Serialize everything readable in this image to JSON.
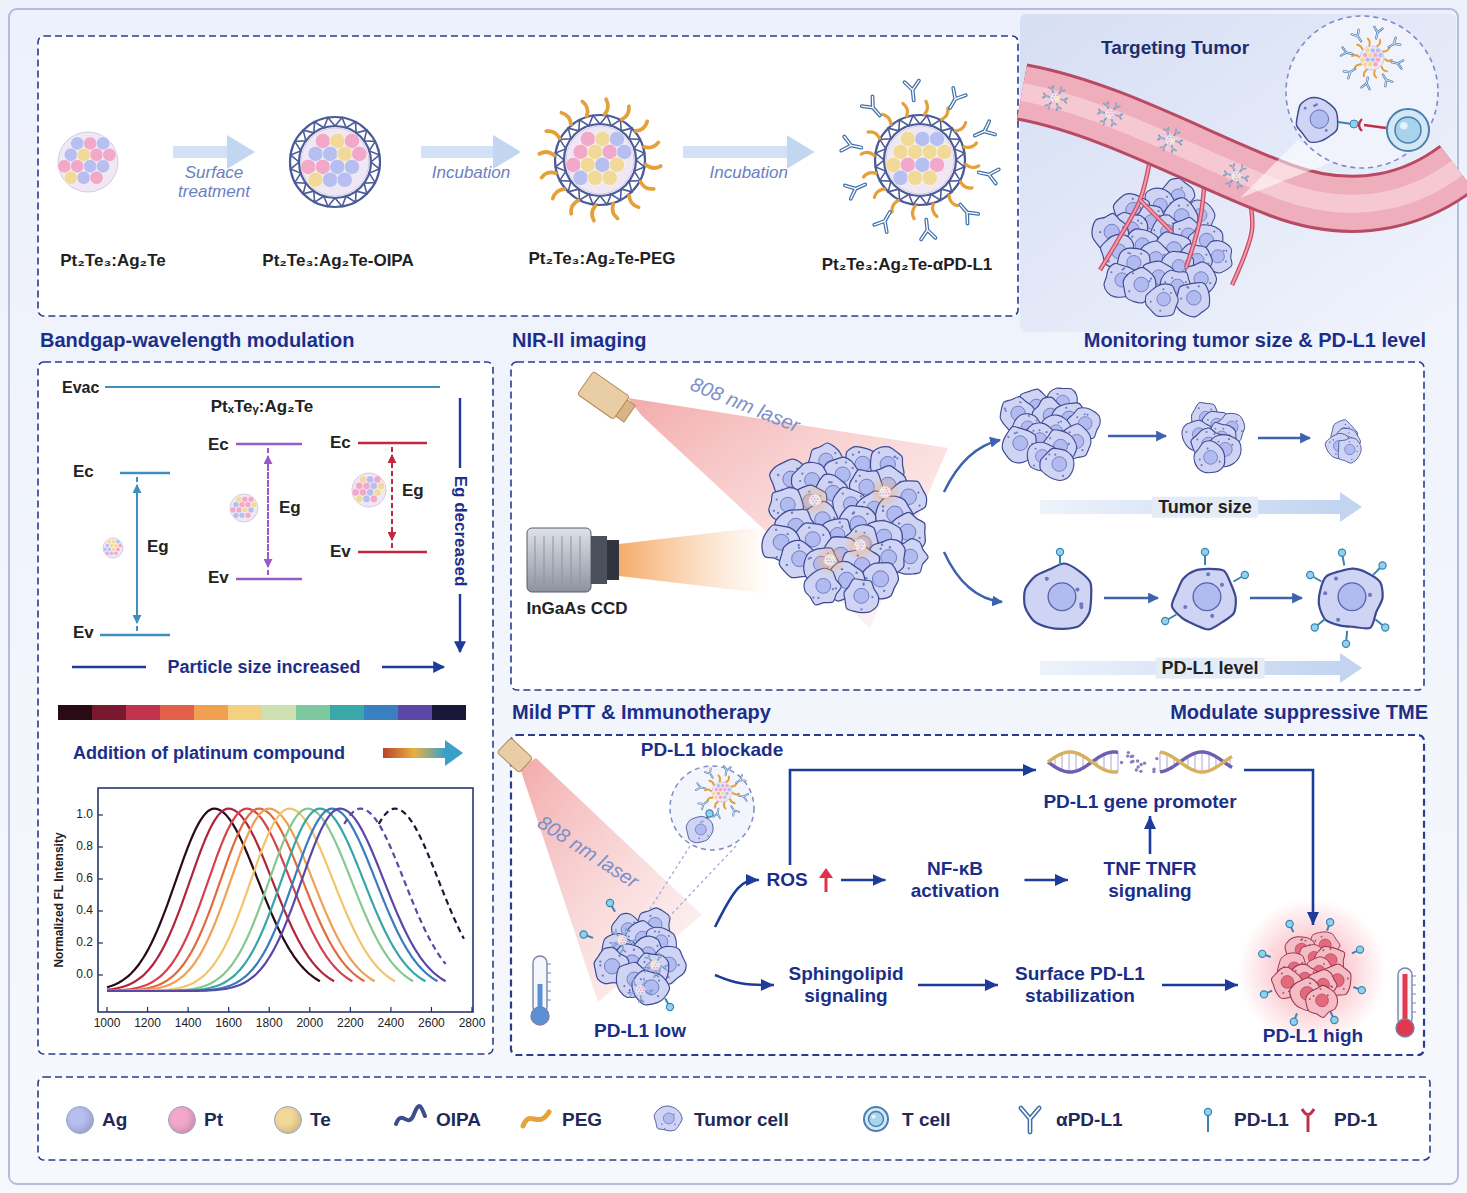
{
  "diagram": {
    "nodes": [
      {
        "text": [
          "Pt₂Te₃:Ag₂Te"
        ]
      },
      {
        "text": [
          "Pt₂Te₃:Ag₂Te-OIPA"
        ]
      },
      {
        "text": [
          "Pt₂Te₃:Ag₂Te-PEG"
        ]
      },
      {
        "text": [
          "Pt₂Te₃:Ag₂Te-αPD-L1"
        ]
      },
      {
        "text": [
          "Bandgap-wavelength modulation"
        ]
      },
      {
        "text": [
          "NIR-II imaging",
          "Monitoring tumor size & PD-L1 level"
        ]
      },
      {
        "text": [
          "Mild PTT & Immunotherapy",
          "Modulate suppressive TME"
        ]
      },
      {
        "text": [
          "PD-L1 low"
        ],
        "in": 6
      },
      {
        "text": [
          "ROS"
        ],
        "in": 6
      },
      {
        "text": [
          "NF-κB activation"
        ],
        "in": 6
      },
      {
        "text": [
          "TNF TNFR signaling"
        ],
        "in": 6
      },
      {
        "text": [
          "PD-L1 gene promoter"
        ],
        "in": 6
      },
      {
        "text": [
          "Sphingolipid signaling"
        ],
        "in": 6
      },
      {
        "text": [
          "Surface PD-L1 stabilization"
        ],
        "in": 6
      },
      {
        "text": [
          "PD-L1 high"
        ],
        "in": 6
      }
    ],
    "edges": [
      {
        "from": 0,
        "to": 1,
        "label": "Surface treatment",
        "arrow": "to"
      },
      {
        "from": 1,
        "to": 2,
        "label": "Incubation",
        "arrow": "to"
      },
      {
        "from": 2,
        "to": 3,
        "label": "Incubation",
        "arrow": "to"
      },
      {
        "from": 7,
        "to": 8,
        "arrow": "to"
      },
      {
        "from": 7,
        "to": 12,
        "arrow": "to"
      },
      {
        "from": 8,
        "to": 9,
        "arrow": "to"
      },
      {
        "from": 9,
        "to": 10,
        "arrow": "to"
      },
      {
        "from": 10,
        "to": 11,
        "arrow": "to"
      },
      {
        "from": 8,
        "to": 11,
        "arrow": "to"
      },
      {
        "from": 11,
        "to": 14,
        "arrow": "to"
      },
      {
        "from": 12,
        "to": 13,
        "arrow": "to"
      },
      {
        "from": 13,
        "to": 14,
        "arrow": "to"
      }
    ],
    "labels": [
      "Targeting Tumor",
      "Evac",
      "PtₓTeᵧ:Ag₂Te",
      "Ec",
      "Eg",
      "Ev",
      "Ec",
      "Eg",
      "Ev",
      "Ec",
      "Eg",
      "Ev",
      "Eg decreased",
      "Particle size increased",
      "Addition of platinum compound",
      "Normalized FL Intensity",
      "1.0",
      "0.8",
      "0.6",
      "0.4",
      "0.2",
      "0.0",
      "1000",
      "1200",
      "1400",
      "1600",
      "1800",
      "2000",
      "2200",
      "2400",
      "2600",
      "2800",
      "808 nm laser",
      "InGaAs CCD",
      "Tumor size",
      "PD-L1 level",
      "PD-L1 blockade",
      "808 nm laser"
    ],
    "legend": [
      {
        "text": "Ag",
        "color": "#b7bef0"
      },
      {
        "text": "Pt",
        "color": "#f2a9c9"
      },
      {
        "text": "Te",
        "color": "#f1d99a"
      },
      {
        "text": "OIPA"
      },
      {
        "text": "PEG"
      },
      {
        "text": "Tumor cell"
      },
      {
        "text": "T cell"
      },
      {
        "text": "αPD-L1"
      },
      {
        "text": "PD-L1"
      },
      {
        "text": "PD-1"
      }
    ]
  }
}
